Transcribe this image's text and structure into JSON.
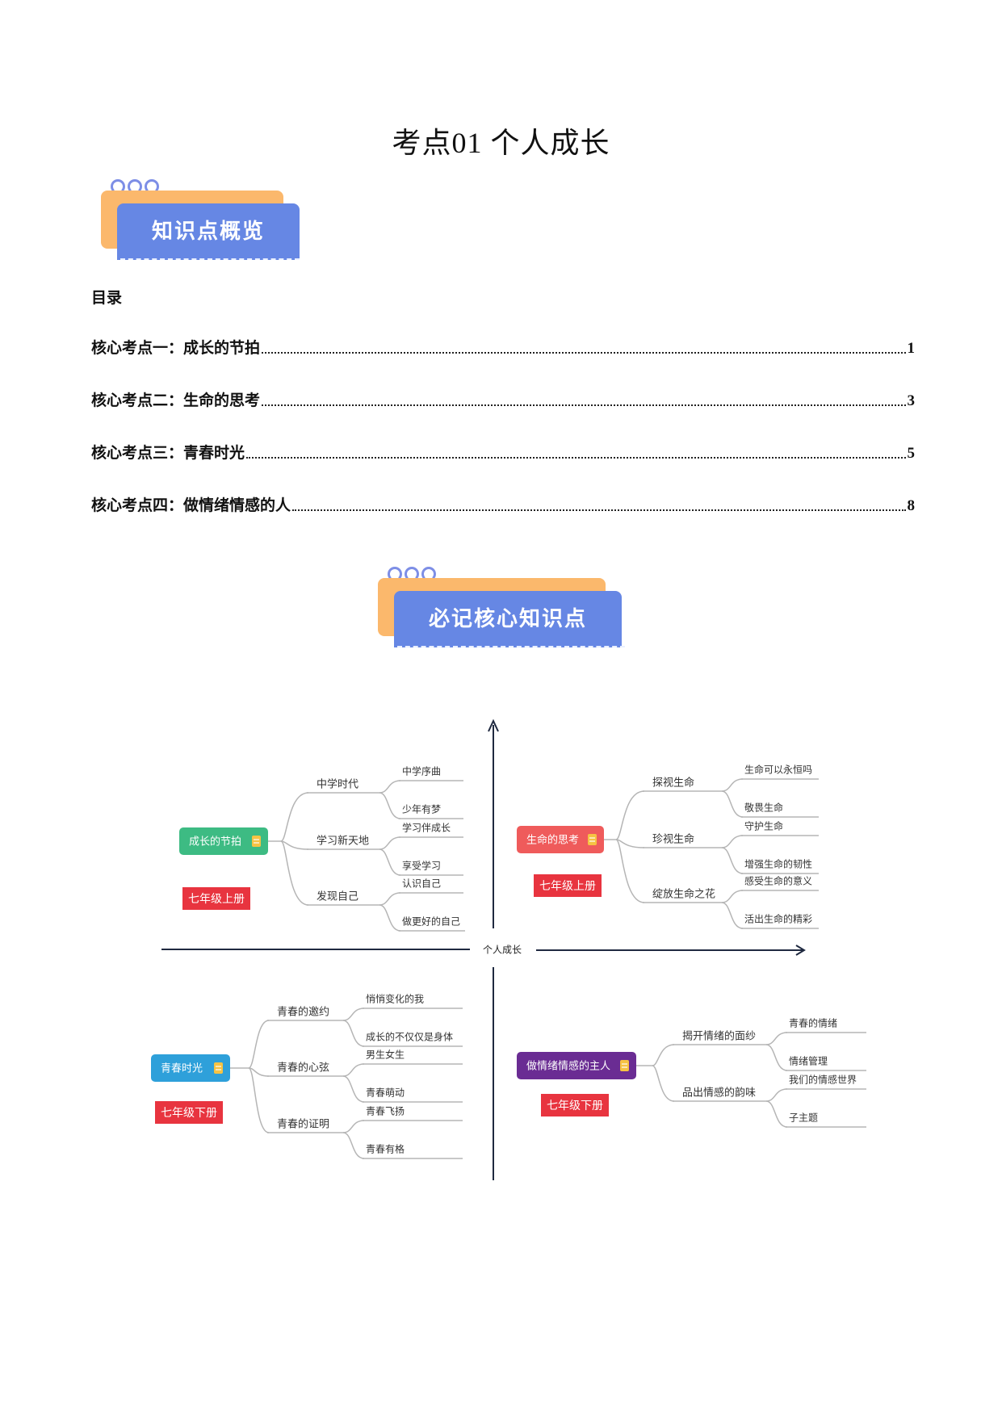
{
  "title": "考点01 个人成长",
  "banner_overview": "知识点概览",
  "toc": {
    "heading": "目录",
    "items": [
      {
        "label": "核心考点一：成长的节拍",
        "page": "1"
      },
      {
        "label": "核心考点二：生命的思考",
        "page": "3"
      },
      {
        "label": "核心考点三：青春时光",
        "page": "5"
      },
      {
        "label": "核心考点四：做情绪情感的人",
        "page": "8"
      }
    ]
  },
  "banner_core": "必记核心知识点",
  "mindmap": {
    "center": "个人成长",
    "quadrants": [
      {
        "topic": "成长的节拍",
        "grade": "七年级上册",
        "color": "#3dbb83",
        "branches": [
          {
            "label": "中学时代",
            "leaves": [
              "中学序曲",
              "少年有梦"
            ]
          },
          {
            "label": "学习新天地",
            "leaves": [
              "学习伴成长",
              "享受学习"
            ]
          },
          {
            "label": "发现自己",
            "leaves": [
              "认识自己",
              "做更好的自己"
            ]
          }
        ]
      },
      {
        "topic": "生命的思考",
        "grade": "七年级上册",
        "color": "#ef5b5b",
        "branches": [
          {
            "label": "探视生命",
            "leaves": [
              "生命可以永恒吗",
              "敬畏生命"
            ]
          },
          {
            "label": "珍视生命",
            "leaves": [
              "守护生命",
              "增强生命的韧性"
            ]
          },
          {
            "label": "绽放生命之花",
            "leaves": [
              "感受生命的意义",
              "活出生命的精彩"
            ]
          }
        ]
      },
      {
        "topic": "青春时光",
        "grade": "七年级下册",
        "color": "#2ea0da",
        "branches": [
          {
            "label": "青春的邀约",
            "leaves": [
              "悄悄变化的我",
              "成长的不仅仅是身体"
            ]
          },
          {
            "label": "青春的心弦",
            "leaves": [
              "男生女生",
              "青春萌动"
            ]
          },
          {
            "label": "青春的证明",
            "leaves": [
              "青春飞扬",
              "青春有格"
            ]
          }
        ]
      },
      {
        "topic": "做情绪情感的主人",
        "grade": "七年级下册",
        "color": "#6a2c93",
        "branches": [
          {
            "label": "揭开情绪的面纱",
            "leaves": [
              "青春的情绪",
              "情绪管理"
            ]
          },
          {
            "label": "品出情感的韵味",
            "leaves": [
              "我们的情感世界",
              "子主题"
            ]
          }
        ]
      }
    ],
    "grade_color": "#e8343f",
    "line_color": "#b5b5b5",
    "axis_color": "#1f2940",
    "note_icon": "note-icon"
  }
}
